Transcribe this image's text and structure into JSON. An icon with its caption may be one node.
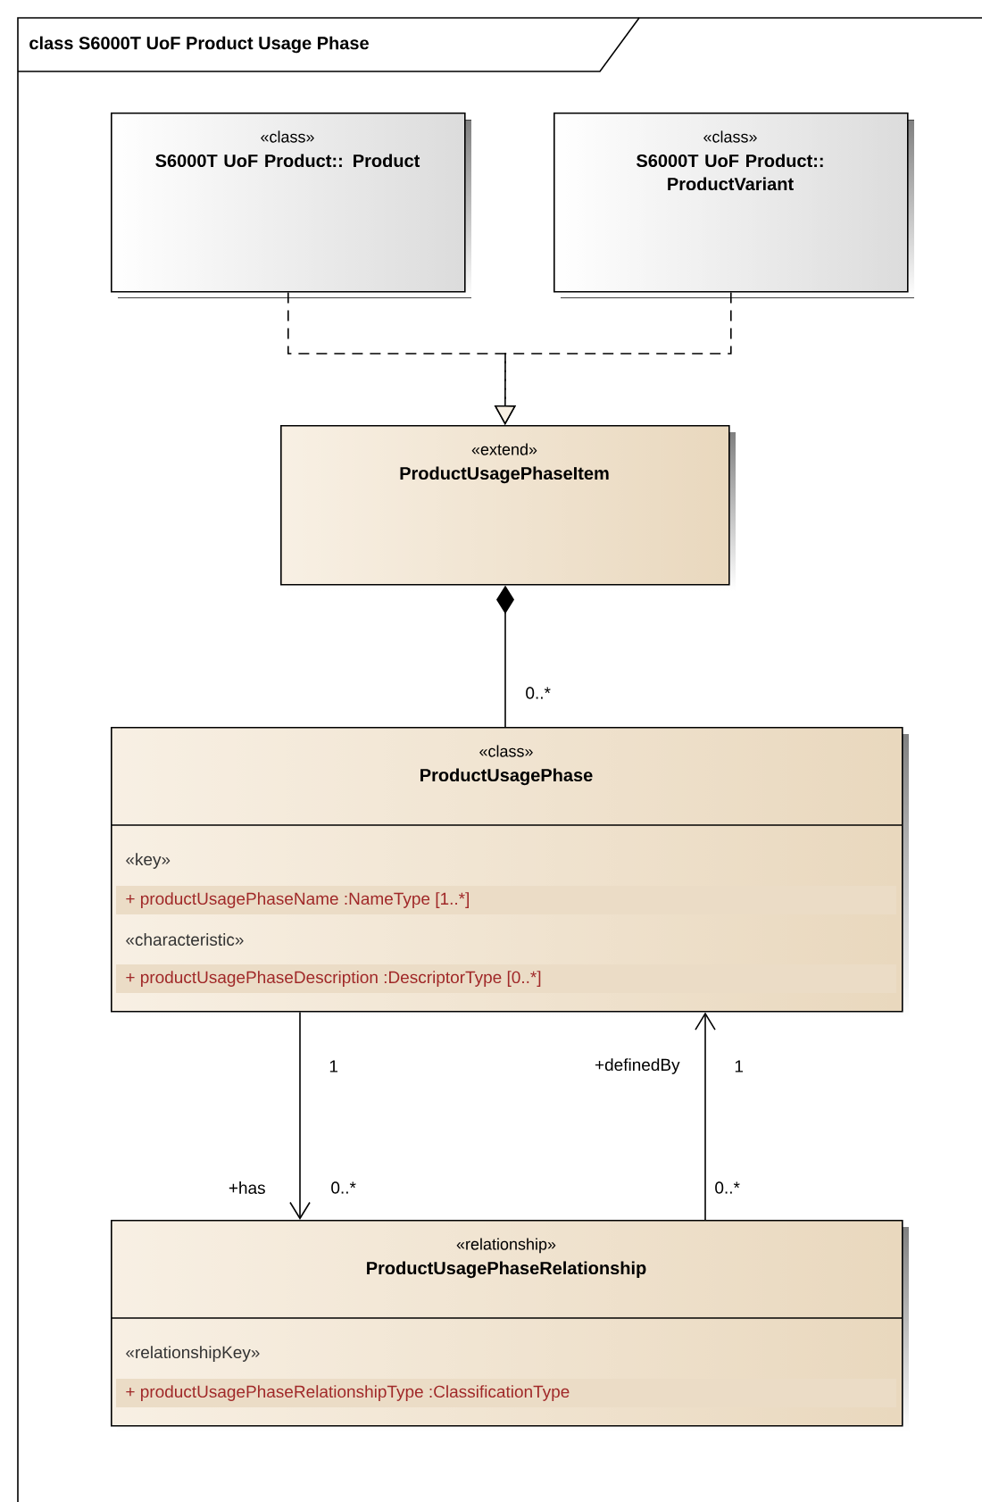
{
  "diagram": {
    "title": "class S6000T UoF Product Usage Phase",
    "nodes": [
      {
        "text": [
          "«class»",
          "S6000T UoF Product:: Product"
        ]
      },
      {
        "text": [
          "«class»",
          "S6000T UoF Product:: ProductVariant"
        ]
      },
      {
        "text": [
          "«extend»",
          "ProductUsagePhaseItem"
        ]
      },
      {
        "text": [
          "«class»",
          "ProductUsagePhase",
          "«key»",
          "+ productUsagePhaseName :NameType [1..*]",
          "«characteristic»",
          "+ productUsagePhaseDescription :DescriptorType [0..*]"
        ]
      },
      {
        "text": [
          "«relationship»",
          "ProductUsagePhaseRelationship",
          "«relationshipKey»",
          "+ productUsagePhaseRelationshipType :ClassificationType"
        ]
      }
    ],
    "edges": [
      {
        "from": 0,
        "to": 2,
        "arrow": "to",
        "style": "dashed"
      },
      {
        "from": 1,
        "to": 2,
        "arrow": "to",
        "style": "dashed"
      },
      {
        "from": 2,
        "to": 3,
        "arrow": "other"
      },
      {
        "from": 3,
        "to": 4,
        "arrow": "to"
      },
      {
        "from": 4,
        "to": 3,
        "arrow": "to"
      }
    ],
    "labels": [
      "0..*",
      "1",
      "+definedBy",
      "1",
      "+has",
      "0..*",
      "0..*"
    ]
  }
}
